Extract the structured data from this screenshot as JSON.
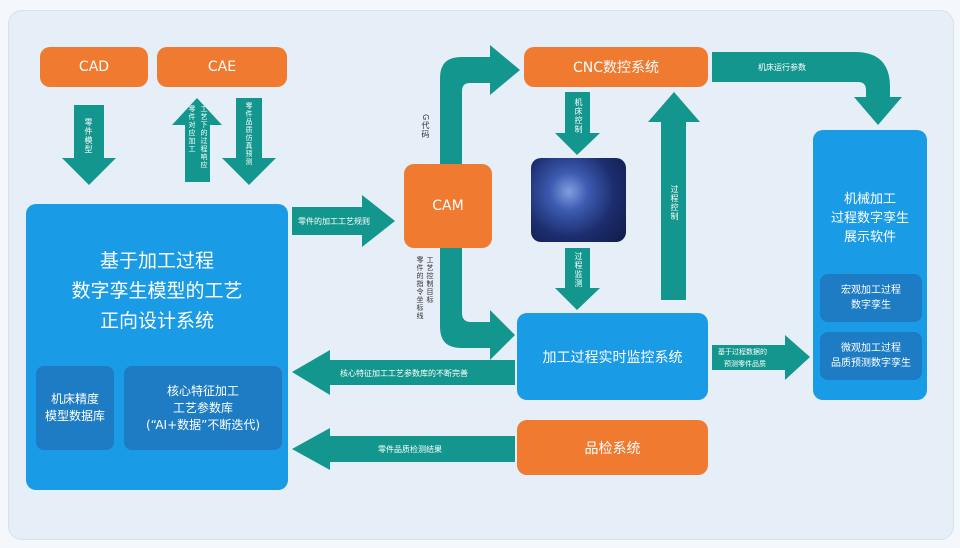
{
  "colors": {
    "orange": "#ef7a30",
    "blue": "#1a9be6",
    "dark_blue": "#1d7cc4",
    "teal": "#13968e"
  },
  "nodes": {
    "cad": "CAD",
    "cae": "CAE",
    "cam": "CAM",
    "cnc": "CNC数控系统",
    "left_main": {
      "lines": [
        "基于加工过程",
        "数字孪生模型的工艺",
        "正向设计系统"
      ],
      "sub1": [
        "机床精度",
        "模型数据库"
      ],
      "sub2": [
        "核心特征加工",
        "工艺参数库",
        "(“AI+数据”不断迭代)"
      ]
    },
    "right_main": {
      "lines": [
        "机械加工",
        "过程数字孪生",
        "展示软件"
      ],
      "sub1": [
        "宏观加工过程",
        "数字孪生"
      ],
      "sub2": [
        "微观加工过程",
        "品质预测数字孪生"
      ]
    },
    "monitor": "加工过程实时监控系统",
    "inspect": "品检系统"
  },
  "arrows": {
    "cad_down": "零件模型",
    "cae_up": [
      "工艺下的过程响应",
      "零件对应加工"
    ],
    "cae_down": "零件品质仿真预测",
    "to_cam": "零件的加工工艺规则",
    "g_code": "G代码",
    "cam_down": [
      "工艺控制目标",
      "零件的指令坐标线"
    ],
    "machine_params": "机床运行参数",
    "machine_control": "机床控制",
    "process_monitor": "过程监测",
    "process_control": "过程控制",
    "param_improve": "核心特征加工工艺参数库的不断完善",
    "predict": [
      "基于过程数据的",
      "预测零件品质"
    ],
    "inspect_result": "零件品质检测结果"
  }
}
